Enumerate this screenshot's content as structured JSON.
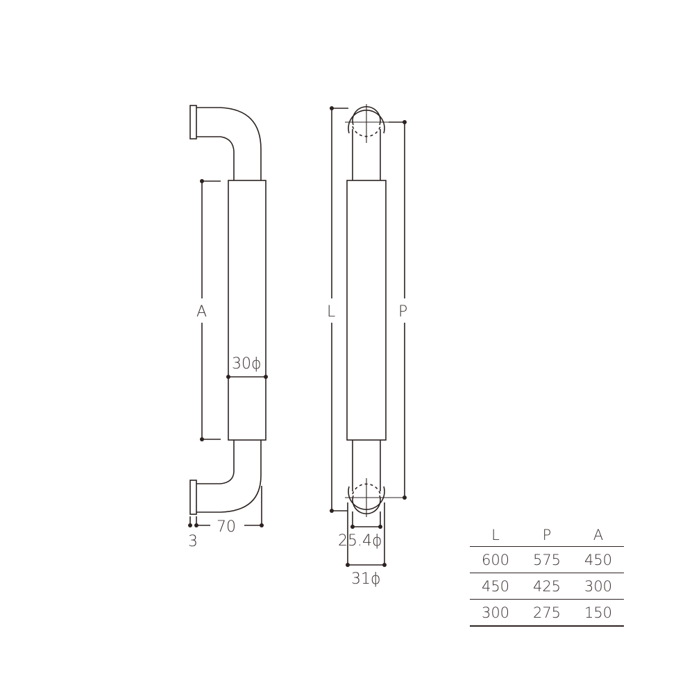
{
  "side_view": {
    "label_A": "A",
    "label_diameter": "30ϕ",
    "label_depth": "70",
    "label_flange": "3"
  },
  "front_view": {
    "label_L": "L",
    "label_P": "P",
    "label_inner_diameter": "25.4ϕ",
    "label_outer_diameter": "31ϕ"
  },
  "spec_table": {
    "headers": [
      "L",
      "P",
      "A"
    ],
    "rows": [
      [
        "600",
        "575",
        "450"
      ],
      [
        "450",
        "425",
        "300"
      ],
      [
        "300",
        "275",
        "150"
      ]
    ]
  },
  "colors": {
    "line": "#2b2220",
    "text": "#3a3230",
    "background": "#ffffff"
  }
}
